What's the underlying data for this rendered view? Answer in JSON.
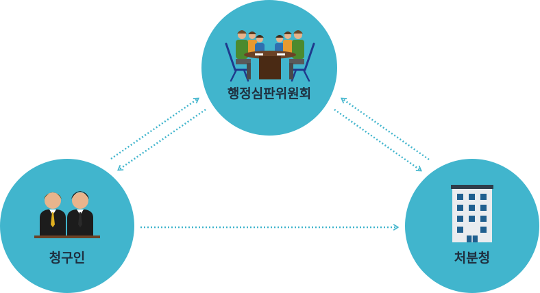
{
  "colors": {
    "circle": "#41b5cd",
    "arrow": "#41b5cd",
    "label": "#1f2f3f"
  },
  "nodes": {
    "committee": {
      "label": "행정심판위원회",
      "icon": "meeting-table-icon"
    },
    "claimant": {
      "label": "청구인",
      "icon": "two-businessmen-icon"
    },
    "agency": {
      "label": "처분청",
      "icon": "office-building-icon"
    }
  },
  "arrows": [
    {
      "from": "claimant",
      "to": "committee",
      "style": "dotted"
    },
    {
      "from": "committee",
      "to": "claimant",
      "style": "dotted"
    },
    {
      "from": "committee",
      "to": "agency",
      "style": "dotted"
    },
    {
      "from": "agency",
      "to": "committee",
      "style": "dotted"
    },
    {
      "from": "claimant",
      "to": "agency",
      "style": "dotted"
    }
  ]
}
